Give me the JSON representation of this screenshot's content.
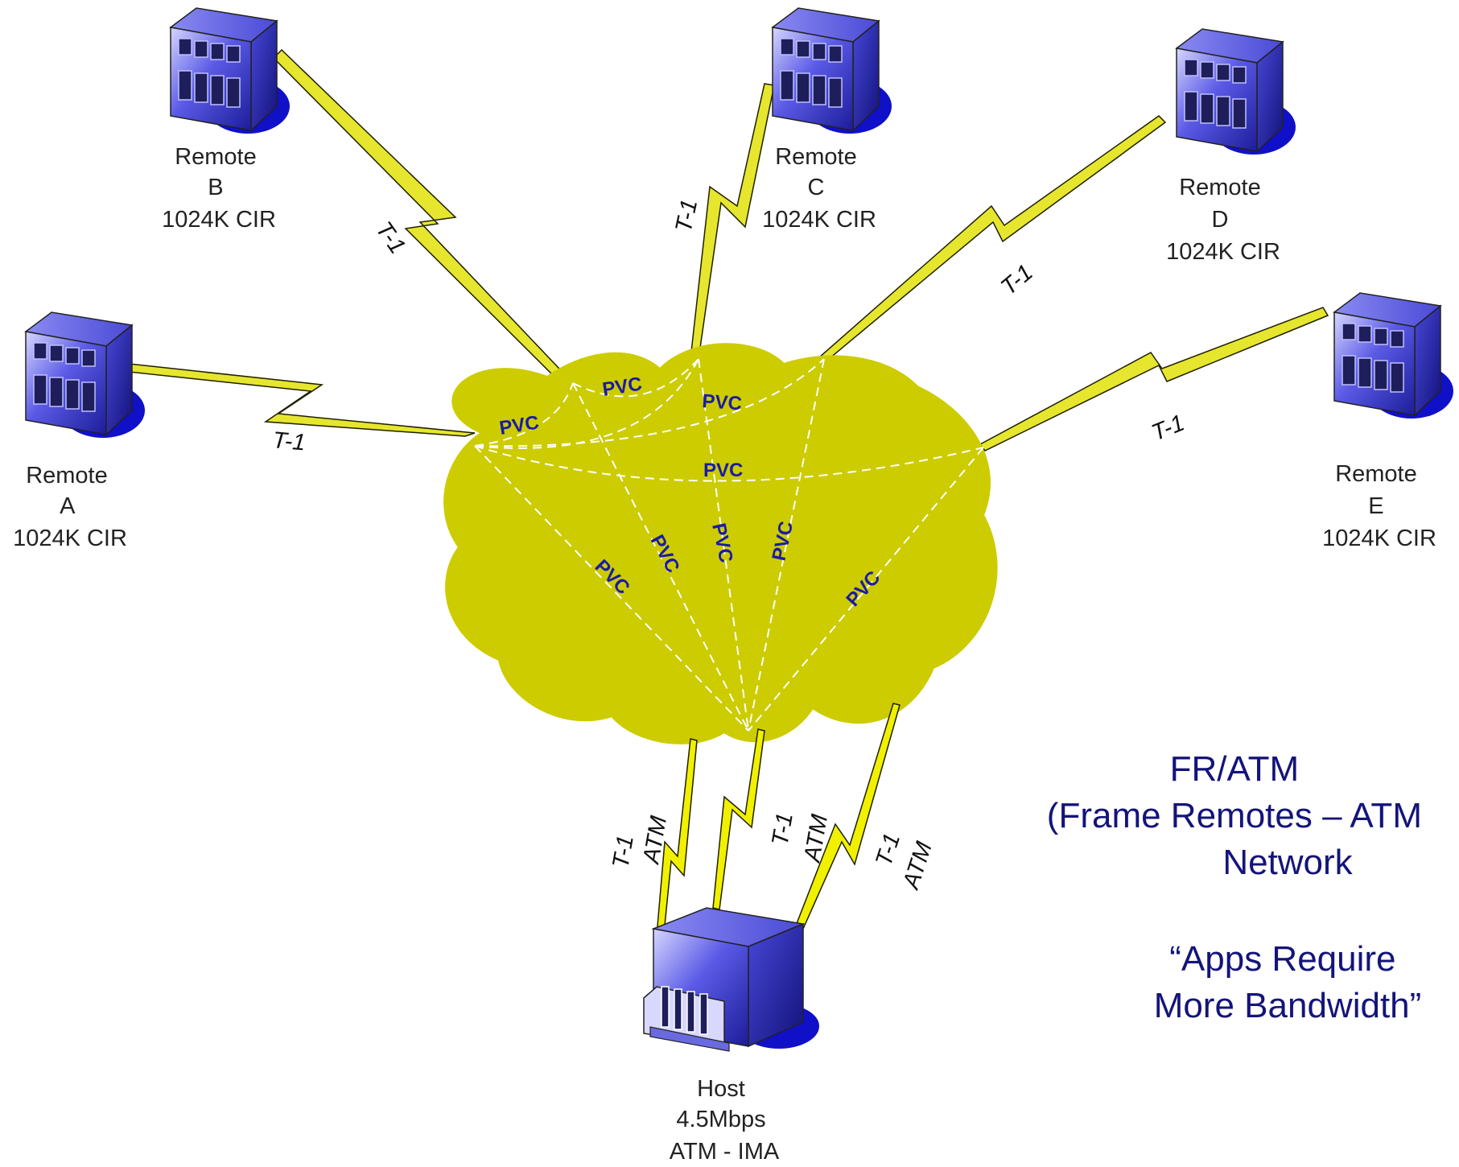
{
  "remotes": [
    {
      "id": "a",
      "lines": [
        "Remote",
        "A",
        "1024K CIR"
      ]
    },
    {
      "id": "b",
      "lines": [
        "Remote",
        "B",
        "1024K CIR"
      ]
    },
    {
      "id": "c",
      "lines": [
        "Remote",
        "C",
        "1024K CIR"
      ]
    },
    {
      "id": "d",
      "lines": [
        "Remote",
        "D",
        "1024K CIR"
      ]
    },
    {
      "id": "e",
      "lines": [
        "Remote",
        "E",
        "1024K CIR"
      ]
    }
  ],
  "host": {
    "lines": [
      "Host",
      "4.5Mbps",
      "ATM - IMA"
    ]
  },
  "links": {
    "remote_label": "T-1",
    "host_label_line1": "T-1",
    "host_label_line2": "ATM"
  },
  "pvc_label": "PVC",
  "title": {
    "lines": [
      "FR/ATM",
      "(Frame Remotes – ATM",
      "Network"
    ],
    "quote_lines": [
      "“Apps Require",
      "More Bandwidth”"
    ]
  },
  "colors": {
    "cloud": "#cccc00",
    "bolt": "#e6e62e",
    "building": "#3a3acf",
    "shadow": "#1010c8",
    "pvc_text": "#1a1aa8",
    "title_text": "#14147a"
  }
}
